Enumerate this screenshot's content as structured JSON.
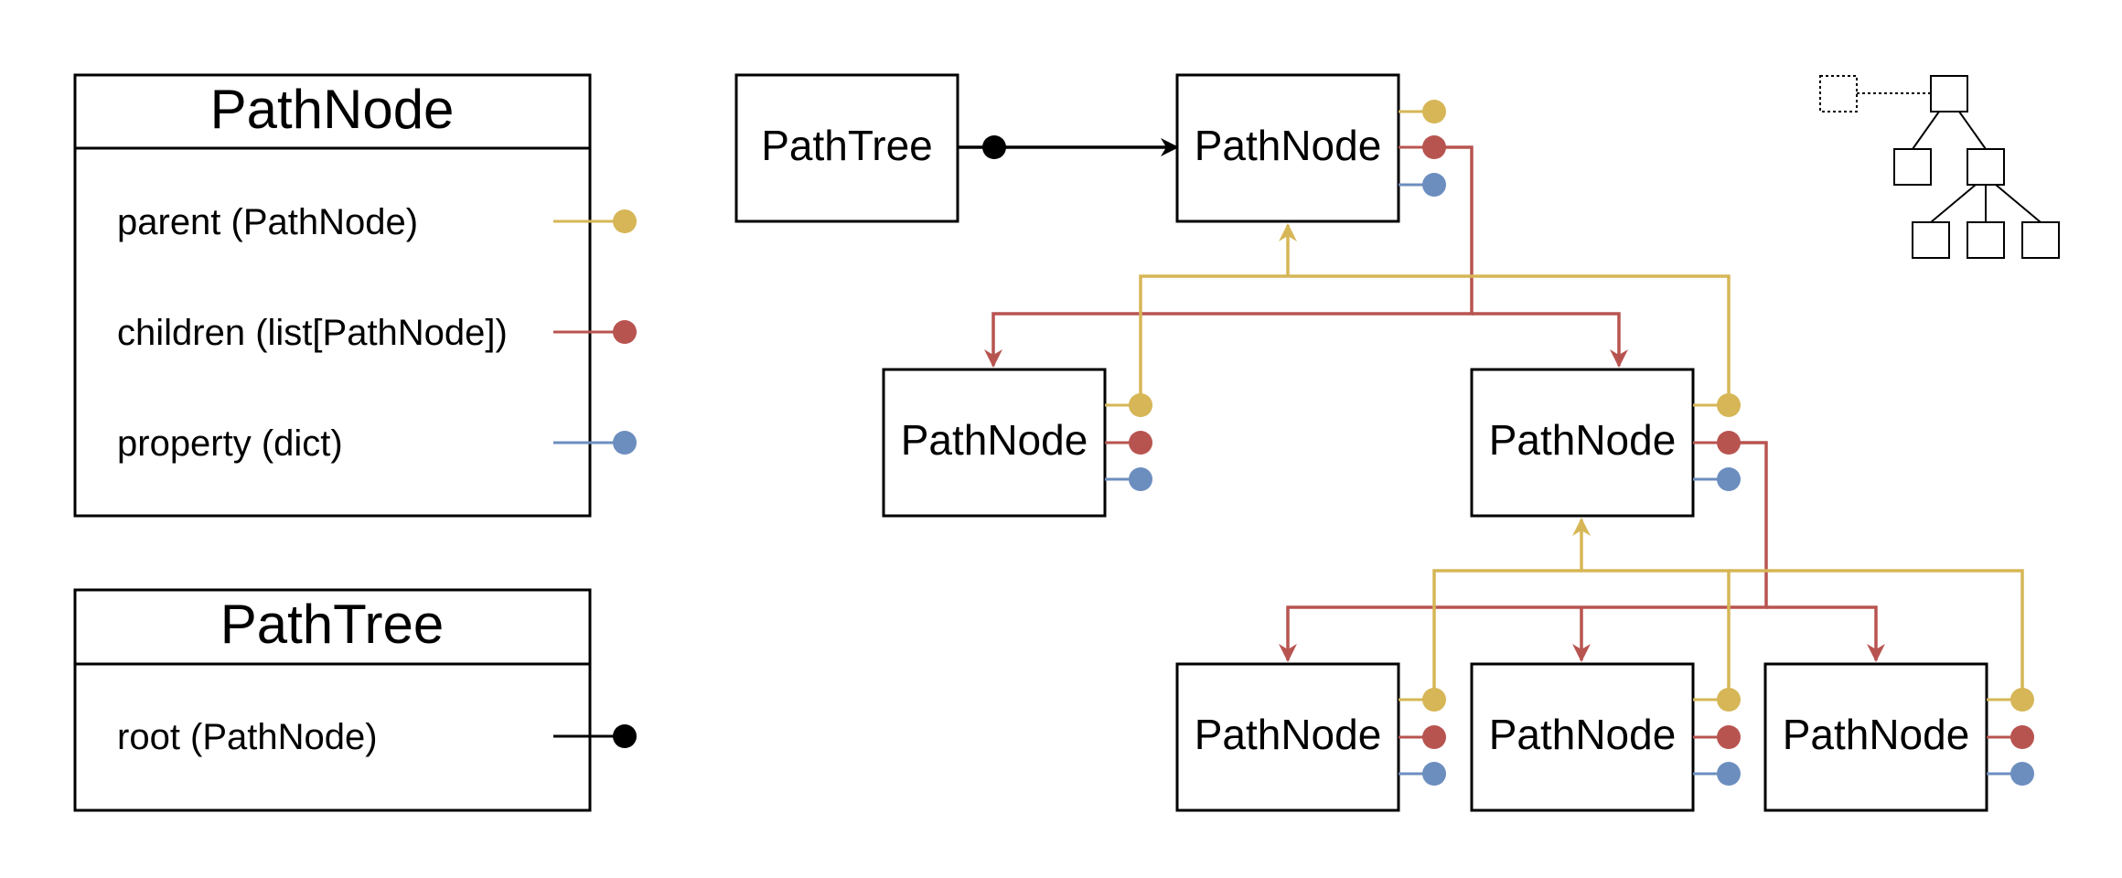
{
  "colors": {
    "parent": "#d6b656",
    "children": "#b85450",
    "property": "#6c8ebf",
    "root": "#000000",
    "box_stroke": "#000000"
  },
  "legend": {
    "pathnode_class": {
      "title": "PathNode",
      "fields": [
        {
          "label": "parent (PathNode)",
          "color_key": "parent"
        },
        {
          "label": "children (list[PathNode])",
          "color_key": "children"
        },
        {
          "label": "property (dict)",
          "color_key": "property"
        }
      ]
    },
    "pathtree_class": {
      "title": "PathTree",
      "fields": [
        {
          "label": "root (PathNode)",
          "color_key": "root"
        }
      ]
    }
  },
  "tree": {
    "tree_label": "PathTree",
    "node_label": "PathNode"
  }
}
